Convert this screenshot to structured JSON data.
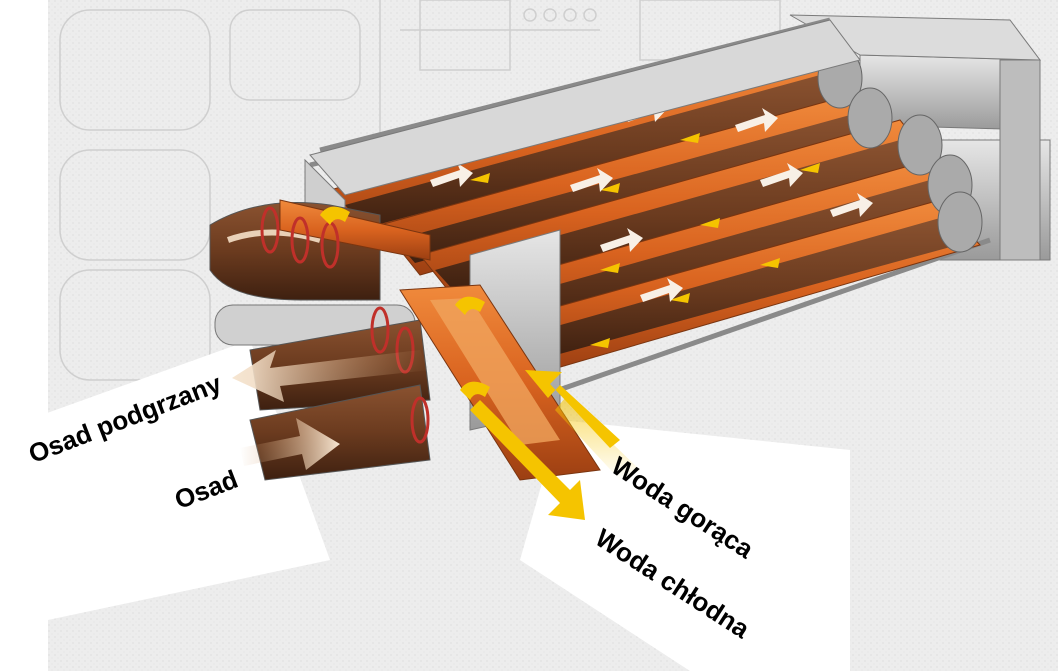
{
  "labels": {
    "heated_sludge": "Osad podgrzany",
    "sludge": "Osad",
    "hot_water": "Woda gorąca",
    "cold_water": "Woda chłodna"
  },
  "colors": {
    "tube_orange": "#d9631f",
    "tube_core": "#6b3b1f",
    "frame": "#c8c8c8",
    "hot_arrow": "#f5c400",
    "sludge_arrow": "#f4dfc8"
  }
}
